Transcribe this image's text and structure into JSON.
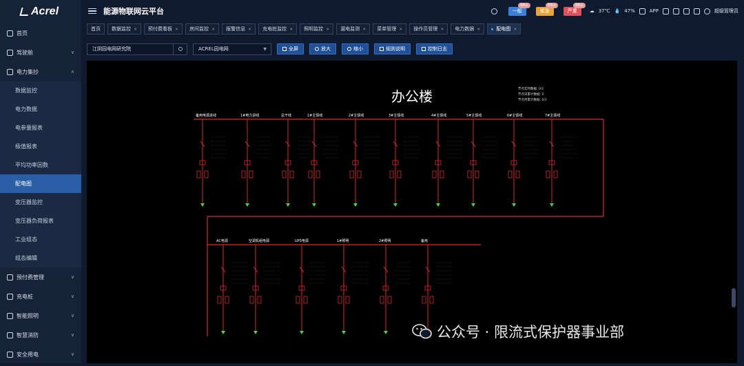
{
  "sidebar": {
    "logo": "Acrel",
    "items": [
      {
        "label": "首页"
      },
      {
        "label": "驾驶舱",
        "chev": "∨"
      },
      {
        "label": "电力集抄",
        "chev": "∧"
      }
    ],
    "subitems": [
      "数据监控",
      "电力数据",
      "电参量报表",
      "极值报表",
      "平均功率因数",
      "配电图",
      "变压器监控",
      "变压器负荷报表",
      "工业组态",
      "组态编辑"
    ],
    "items2": [
      {
        "label": "预付费管理",
        "chev": "∨"
      },
      {
        "label": "充电桩",
        "chev": "∨"
      },
      {
        "label": "智能照明",
        "chev": "∨"
      },
      {
        "label": "智慧消防",
        "chev": "∨"
      },
      {
        "label": "安全用电",
        "chev": "∨"
      }
    ]
  },
  "header": {
    "title": "能源物联网云平台",
    "badges": [
      {
        "label": "一般",
        "count": "99+",
        "color": "#3a7fd8"
      },
      {
        "label": "紧急",
        "count": "99+",
        "color": "#e8a23a"
      },
      {
        "label": "严重",
        "count": "99+",
        "color": "#e0505a"
      }
    ],
    "temp": "37℃",
    "humidity": "47%",
    "app": "APP",
    "user": "超级管理员"
  },
  "tabs": [
    "首页",
    "数据监控",
    "预付费看板",
    "房间监控",
    "报警信息",
    "充电桩监控",
    "照明监控",
    "漏电监测",
    "菜单管理",
    "操作员管理",
    "电力数据",
    "配电图"
  ],
  "toolbar": {
    "site": "江阴园电网研究院",
    "network": "ACREL园电网",
    "buttons": [
      "全屏",
      "放大",
      "缩小",
      "规则说明",
      "控制日志"
    ]
  },
  "diagram": {
    "title": "办公楼",
    "stats": [
      "节点实时数据: 0/2",
      "节点日累计数据: 0",
      "节点月累计数据: 0/2"
    ],
    "row1_feeders": [
      "备用电源进线",
      "1#电力进线",
      "总干线",
      "1#主馈线",
      "2#主馈线",
      "3#主馈线",
      "4#主馈线",
      "5#主馈线",
      "6#主馈线",
      "7#主馈线"
    ],
    "row2_feeders": [
      "AC电源",
      "空调机组电源",
      "UPS电源",
      "1#照明",
      "2#照明",
      "备用"
    ]
  },
  "watermark": "公众号 · 限流式保护器事业部",
  "colors": {
    "accent": "#2a5fa8",
    "line": "#e0262b",
    "ok": "#3ddc3d"
  }
}
